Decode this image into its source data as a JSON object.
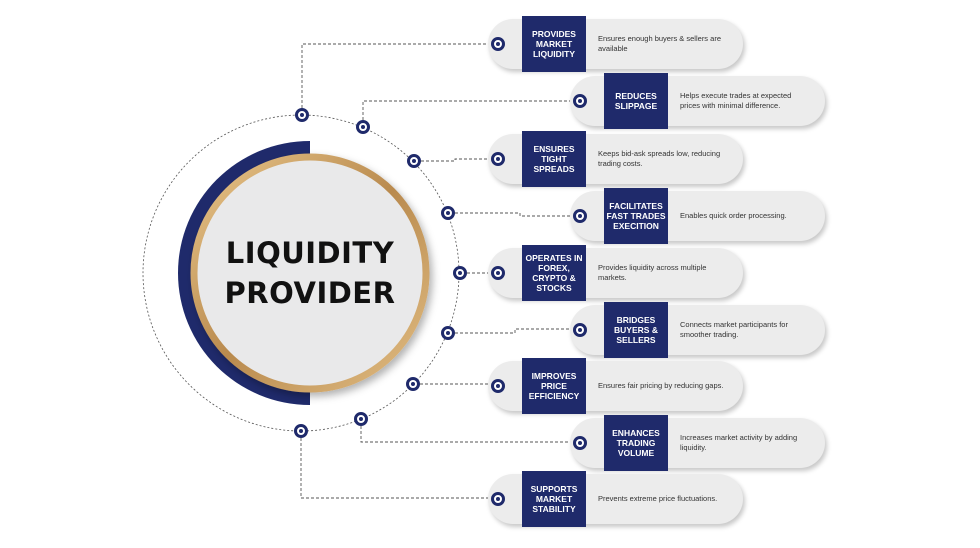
{
  "center": {
    "line1": "LIQUIDITY",
    "line2": "PROVIDER"
  },
  "colors": {
    "navy": "#1f2a6b",
    "gold": "#c9a063",
    "pill": "#ececec"
  },
  "items": [
    {
      "title": "PROVIDES MARKET LIQUIDITY",
      "description": "Ensures enough buyers & sellers are available"
    },
    {
      "title": "REDUCES SLIPPAGE",
      "description": "Helps execute trades at expected prices with minimal difference."
    },
    {
      "title": "ENSURES TIGHT SPREADS",
      "description": "Keeps bid-ask spreads low, reducing trading costs."
    },
    {
      "title": "FACILITATES FAST TRADES EXECITION",
      "description": "Enables quick order processing."
    },
    {
      "title": "OPERATES IN FOREX, CRYPTO & STOCKS",
      "description": "Provides liquidity across multiple markets."
    },
    {
      "title": "BRIDGES BUYERS & SELLERS",
      "description": "Connects market participants for smoother trading."
    },
    {
      "title": "IMPROVES PRICE EFFICIENCY",
      "description": "Ensures fair pricing by reducing gaps."
    },
    {
      "title": "ENHANCES TRADING VOLUME",
      "description": "Increases market activity by adding liquidity."
    },
    {
      "title": "SUPPORTS MARKET STABILITY",
      "description": "Prevents extreme price fluctuations."
    }
  ]
}
